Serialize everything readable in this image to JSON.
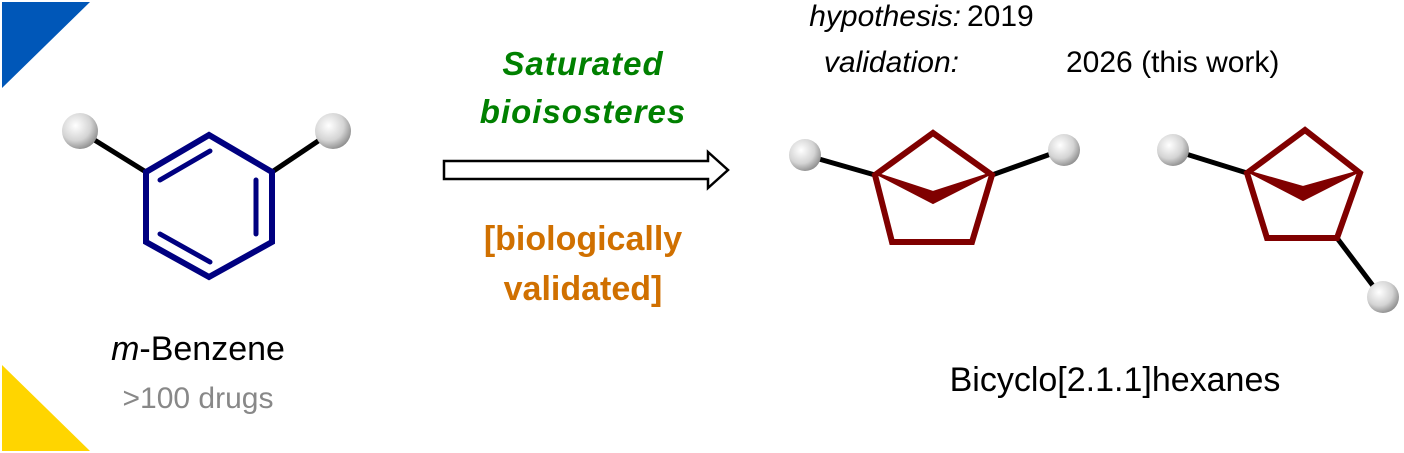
{
  "benzene": {
    "prefix": "m",
    "name": "-Benzene",
    "note": ">100 drugs"
  },
  "arrow": {
    "top_line1": "Saturated",
    "top_line2": "bioisosteres",
    "bottom_line1": "[biologically",
    "bottom_line2": "validated]"
  },
  "timeline": {
    "hypothesis_label": "hypothesis:",
    "hypothesis_year": "2019",
    "validation_label": "validation:",
    "validation_year": "2026 (this work)"
  },
  "product": {
    "name": "Bicyclo[2.1.1]hexanes"
  },
  "colors": {
    "blue_corner": "#0057B8",
    "yellow_corner": "#FFD500",
    "benzene_ring": "#000080",
    "bch_ring": "#800000",
    "green_text": "#008000",
    "orange_text": "#D07000",
    "gray_text": "#888888"
  }
}
